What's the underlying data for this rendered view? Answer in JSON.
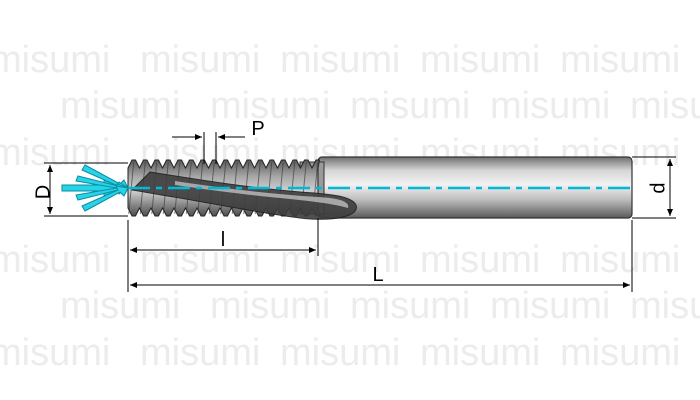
{
  "watermark": {
    "text": "misumi"
  },
  "labels": {
    "pitch": "P",
    "cutting_diameter": "D",
    "shank_diameter": "d",
    "thread_length": "l",
    "overall_length": "L"
  },
  "colors": {
    "coolant": "#27d3e8",
    "centerline": "#00b8d8",
    "thread_dark": "#6a6a6a",
    "shank_light": "#e2e2e2",
    "outline": "#222222"
  }
}
